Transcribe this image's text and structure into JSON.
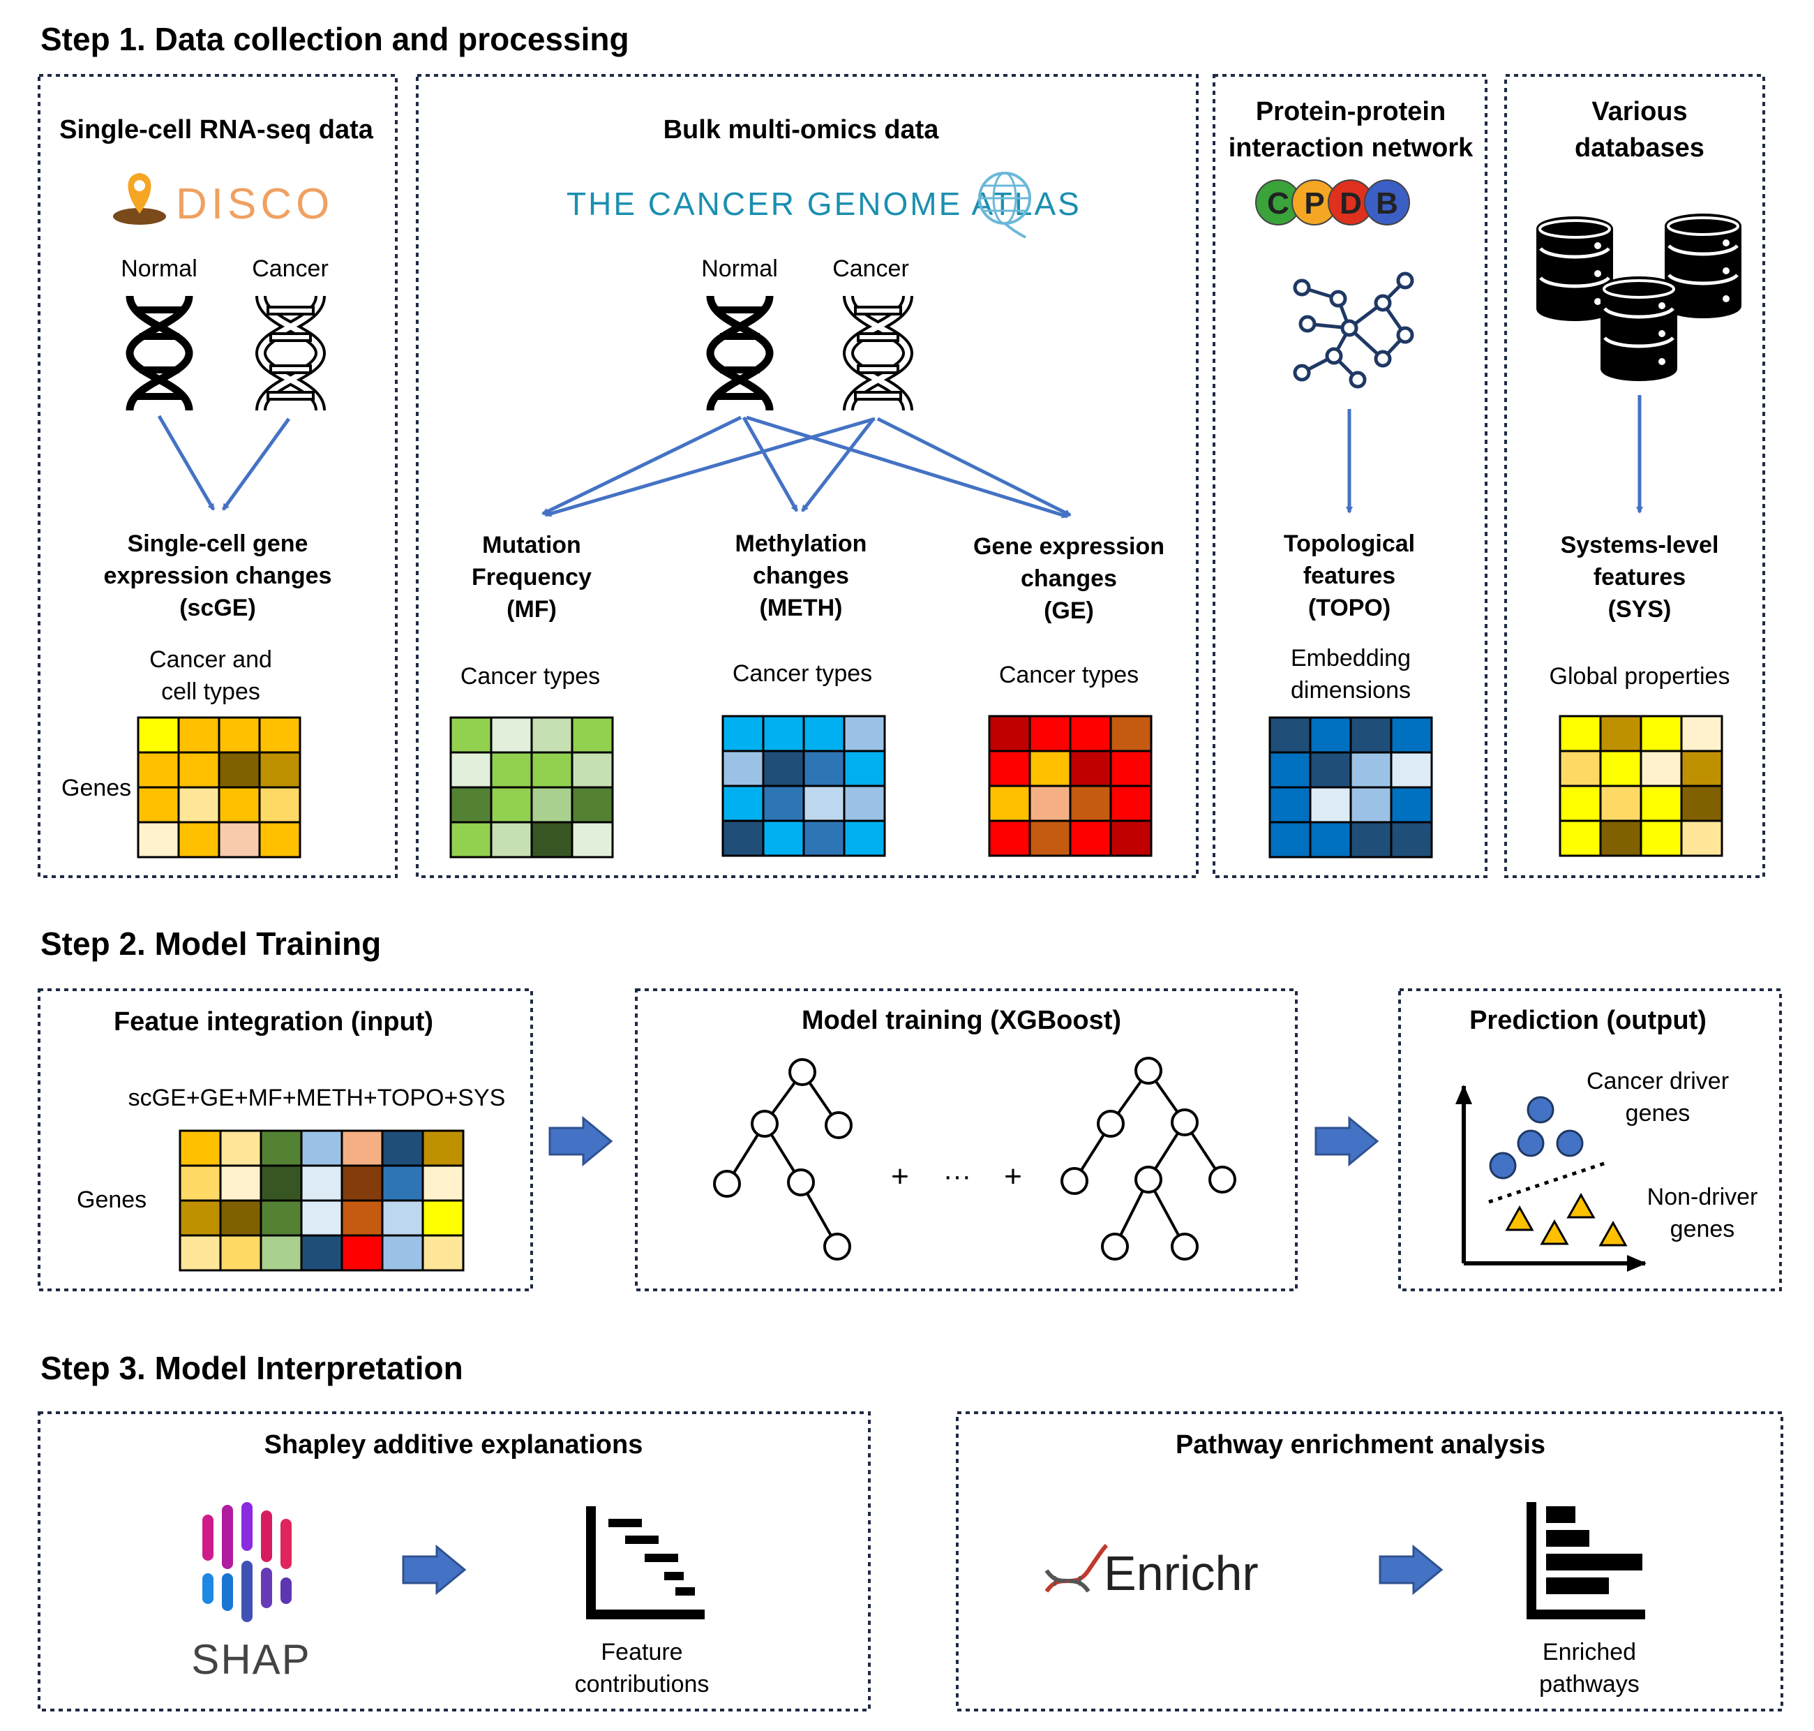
{
  "step1": {
    "title": "Step 1. Data collection and processing",
    "panels": {
      "sc": {
        "title": "Single-cell RNA-seq data",
        "logo": "DISCO",
        "normal": "Normal",
        "cancer": "Cancer",
        "feature": [
          "Single-cell gene",
          "expression changes",
          "(scGE)"
        ],
        "axis_top": [
          "Cancer and",
          "cell types"
        ],
        "axis_left": "Genes",
        "heatmap": [
          [
            "#FFFF00",
            "#FFC000",
            "#FFC000",
            "#FFC000"
          ],
          [
            "#FFC000",
            "#FFC000",
            "#806000",
            "#BF9000"
          ],
          [
            "#FFC000",
            "#FFE699",
            "#FFC000",
            "#FFD966"
          ],
          [
            "#FFF2CC",
            "#FFC000",
            "#F8CBAD",
            "#FFC000"
          ]
        ]
      },
      "bulk": {
        "title": "Bulk multi-omics data",
        "logo": "THE CANCER GENOME ATLAS",
        "normal": "Normal",
        "cancer": "Cancer",
        "features": [
          {
            "label": [
              "Mutation",
              "Frequency",
              "(MF)"
            ],
            "axis_top": "Cancer types",
            "heatmap": [
              [
                "#92D050",
                "#E2EFDA",
                "#C6E0B4",
                "#92D050"
              ],
              [
                "#E2EFDA",
                "#92D050",
                "#92D050",
                "#C6E0B4"
              ],
              [
                "#548235",
                "#92D050",
                "#A9D08E",
                "#548235"
              ],
              [
                "#92D050",
                "#C6E0B4",
                "#375623",
                "#E2EFDA"
              ]
            ]
          },
          {
            "label": [
              "Methylation",
              "changes",
              "(METH)"
            ],
            "axis_top": "Cancer types",
            "heatmap": [
              [
                "#00B0F0",
                "#00B0F0",
                "#00B0F0",
                "#9BC2E6"
              ],
              [
                "#9BC2E6",
                "#1F4E79",
                "#2E75B6",
                "#00B0F0"
              ],
              [
                "#00B0F0",
                "#2E75B6",
                "#BDD7EE",
                "#9BC2E6"
              ],
              [
                "#1F4E79",
                "#00B0F0",
                "#2E75B6",
                "#00B0F0"
              ]
            ]
          },
          {
            "label": [
              "Gene expression",
              "changes",
              "(GE)"
            ],
            "axis_top": "Cancer types",
            "heatmap": [
              [
                "#C00000",
                "#FF0000",
                "#FF0000",
                "#C55A11"
              ],
              [
                "#FF0000",
                "#FFC000",
                "#C00000",
                "#FF0000"
              ],
              [
                "#FFC000",
                "#F4B084",
                "#C55A11",
                "#FF0000"
              ],
              [
                "#FF0000",
                "#C55A11",
                "#FF0000",
                "#C00000"
              ]
            ]
          }
        ]
      },
      "ppi": {
        "title": [
          "Protein-protein",
          "interaction network"
        ],
        "logo_letters": [
          "C",
          "P",
          "D",
          "B"
        ],
        "logo_colors": [
          "#3aa33a",
          "#f5a623",
          "#e0301e",
          "#3b5fc4"
        ],
        "feature": [
          "Topological",
          "features",
          "(TOPO)"
        ],
        "axis_top": [
          "Embedding",
          "dimensions"
        ],
        "heatmap": [
          [
            "#1F4E79",
            "#0070C0",
            "#1F4E79",
            "#0070C0"
          ],
          [
            "#0070C0",
            "#1F4E79",
            "#9BC2E6",
            "#DDEBF7"
          ],
          [
            "#0070C0",
            "#DDEBF7",
            "#9BC2E6",
            "#0070C0"
          ],
          [
            "#0070C0",
            "#0070C0",
            "#1F4E79",
            "#1F4E79"
          ]
        ]
      },
      "db": {
        "title": [
          "Various",
          "databases"
        ],
        "feature": [
          "Systems-level",
          "features",
          "(SYS)"
        ],
        "axis_top": "Global properties",
        "heatmap": [
          [
            "#FFFF00",
            "#BF9000",
            "#FFFF00",
            "#FFF2CC"
          ],
          [
            "#FFD966",
            "#FFFF00",
            "#FFF2CC",
            "#BF9000"
          ],
          [
            "#FFFF00",
            "#FFD966",
            "#FFFF00",
            "#806000"
          ],
          [
            "#FFFF00",
            "#806000",
            "#FFFF00",
            "#FFE699"
          ]
        ]
      }
    }
  },
  "step2": {
    "title": "Step 2. Model Training",
    "input": {
      "title": "Featue integration (input)",
      "formula": "scGE+GE+MF+METH+TOPO+SYS",
      "axis_left": "Genes",
      "heatmap": [
        [
          "#FFC000",
          "#FFE699",
          "#548235",
          "#9BC2E6",
          "#F4B084",
          "#1F4E79",
          "#BF9000"
        ],
        [
          "#FFD966",
          "#FFF2CC",
          "#375623",
          "#DDEBF7",
          "#843C0C",
          "#2E75B6",
          "#FFF2CC"
        ],
        [
          "#BF9000",
          "#806000",
          "#548235",
          "#DDEBF7",
          "#C55A11",
          "#BDD7EE",
          "#FFFF00"
        ],
        [
          "#FFE699",
          "#FFD966",
          "#A9D08E",
          "#1F4E79",
          "#FF0000",
          "#9BC2E6",
          "#FFE699"
        ]
      ]
    },
    "model": {
      "title": "Model training (XGBoost)",
      "plus1": "+",
      "ellipsis": "···",
      "plus2": "+"
    },
    "output": {
      "title": "Prediction (output)",
      "driver": [
        "Cancer driver",
        "genes"
      ],
      "nondriver": [
        "Non-driver",
        "genes"
      ],
      "driver_color": "#4472C4",
      "nondriver_color": "#FFC000"
    }
  },
  "step3": {
    "title": "Step 3. Model Interpretation",
    "shap": {
      "title": "Shapley additive explanations",
      "logo": "SHAP",
      "caption": [
        "Feature",
        "contributions"
      ]
    },
    "enrich": {
      "title": "Pathway enrichment analysis",
      "logo": "Enrichr",
      "caption": [
        "Enriched",
        "pathways"
      ]
    }
  },
  "colors": {
    "arrow": "#4472C4",
    "box_border": "#1F2A44"
  }
}
